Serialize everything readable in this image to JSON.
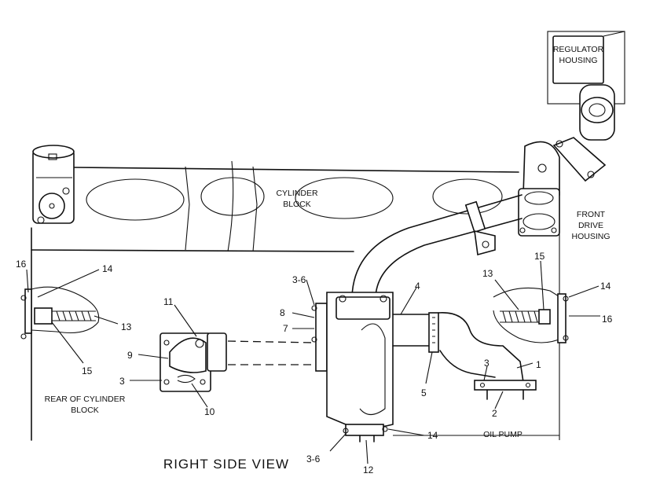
{
  "diagram": {
    "title": "RIGHT SIDE VIEW",
    "components": {
      "regulator_housing": [
        "REGULATOR",
        "HOUSING"
      ],
      "cylinder_block": [
        "CYLINDER",
        "BLOCK"
      ],
      "front_drive_housing": [
        "FRONT",
        "DRIVE",
        "HOUSING"
      ],
      "rear_of_cylinder_block": [
        "REAR OF CYLINDER",
        "BLOCK"
      ],
      "oil_pump": "OIL PUMP"
    },
    "callouts": {
      "c16_left": "16",
      "c14_left": "14",
      "c13_left": "13",
      "c15_left": "15",
      "c11": "11",
      "c9": "9",
      "c3_left": "3",
      "c10": "10",
      "c3_6_top": "3-6",
      "c8": "8",
      "c7": "7",
      "c4": "4",
      "c5": "5",
      "c3_6_bottom": "3-6",
      "c12": "12",
      "c14_bottom": "14",
      "c3_right": "3",
      "c1": "1",
      "c2": "2",
      "c13_right": "13",
      "c15_right": "15",
      "c14_right": "14",
      "c16_right": "16"
    }
  }
}
